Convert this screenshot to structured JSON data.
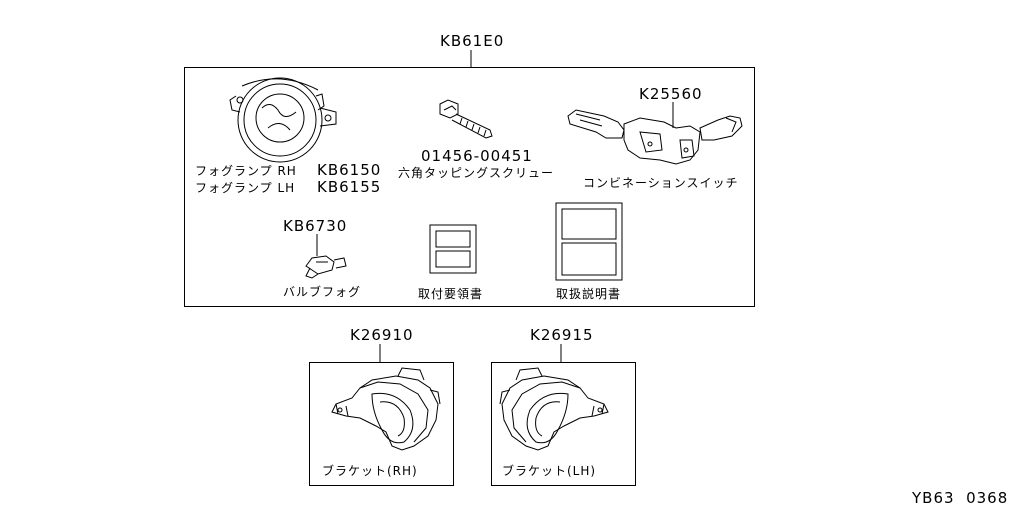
{
  "kit": {
    "code": "KB61E0"
  },
  "fog_lamp": {
    "rh_label": "フォグランプ RH",
    "rh_code": "KB6150",
    "lh_label": "フォグランプ LH",
    "lh_code": "KB6155"
  },
  "screw": {
    "part_no": "01456-00451",
    "label": "六角タッピングスクリュー"
  },
  "switch": {
    "code": "K25560",
    "label": "コンビネーションスイッチ"
  },
  "bulb": {
    "code": "KB6730",
    "label": "バルブフォグ"
  },
  "install_manual": {
    "label": "取付要領書"
  },
  "user_manual": {
    "label": "取扱説明書"
  },
  "bracket_rh": {
    "code": "K26910",
    "label": "ブラケット(RH)"
  },
  "bracket_lh": {
    "code": "K26915",
    "label": "ブラケット(LH)"
  },
  "footer": {
    "ref": "YB63  0368"
  }
}
